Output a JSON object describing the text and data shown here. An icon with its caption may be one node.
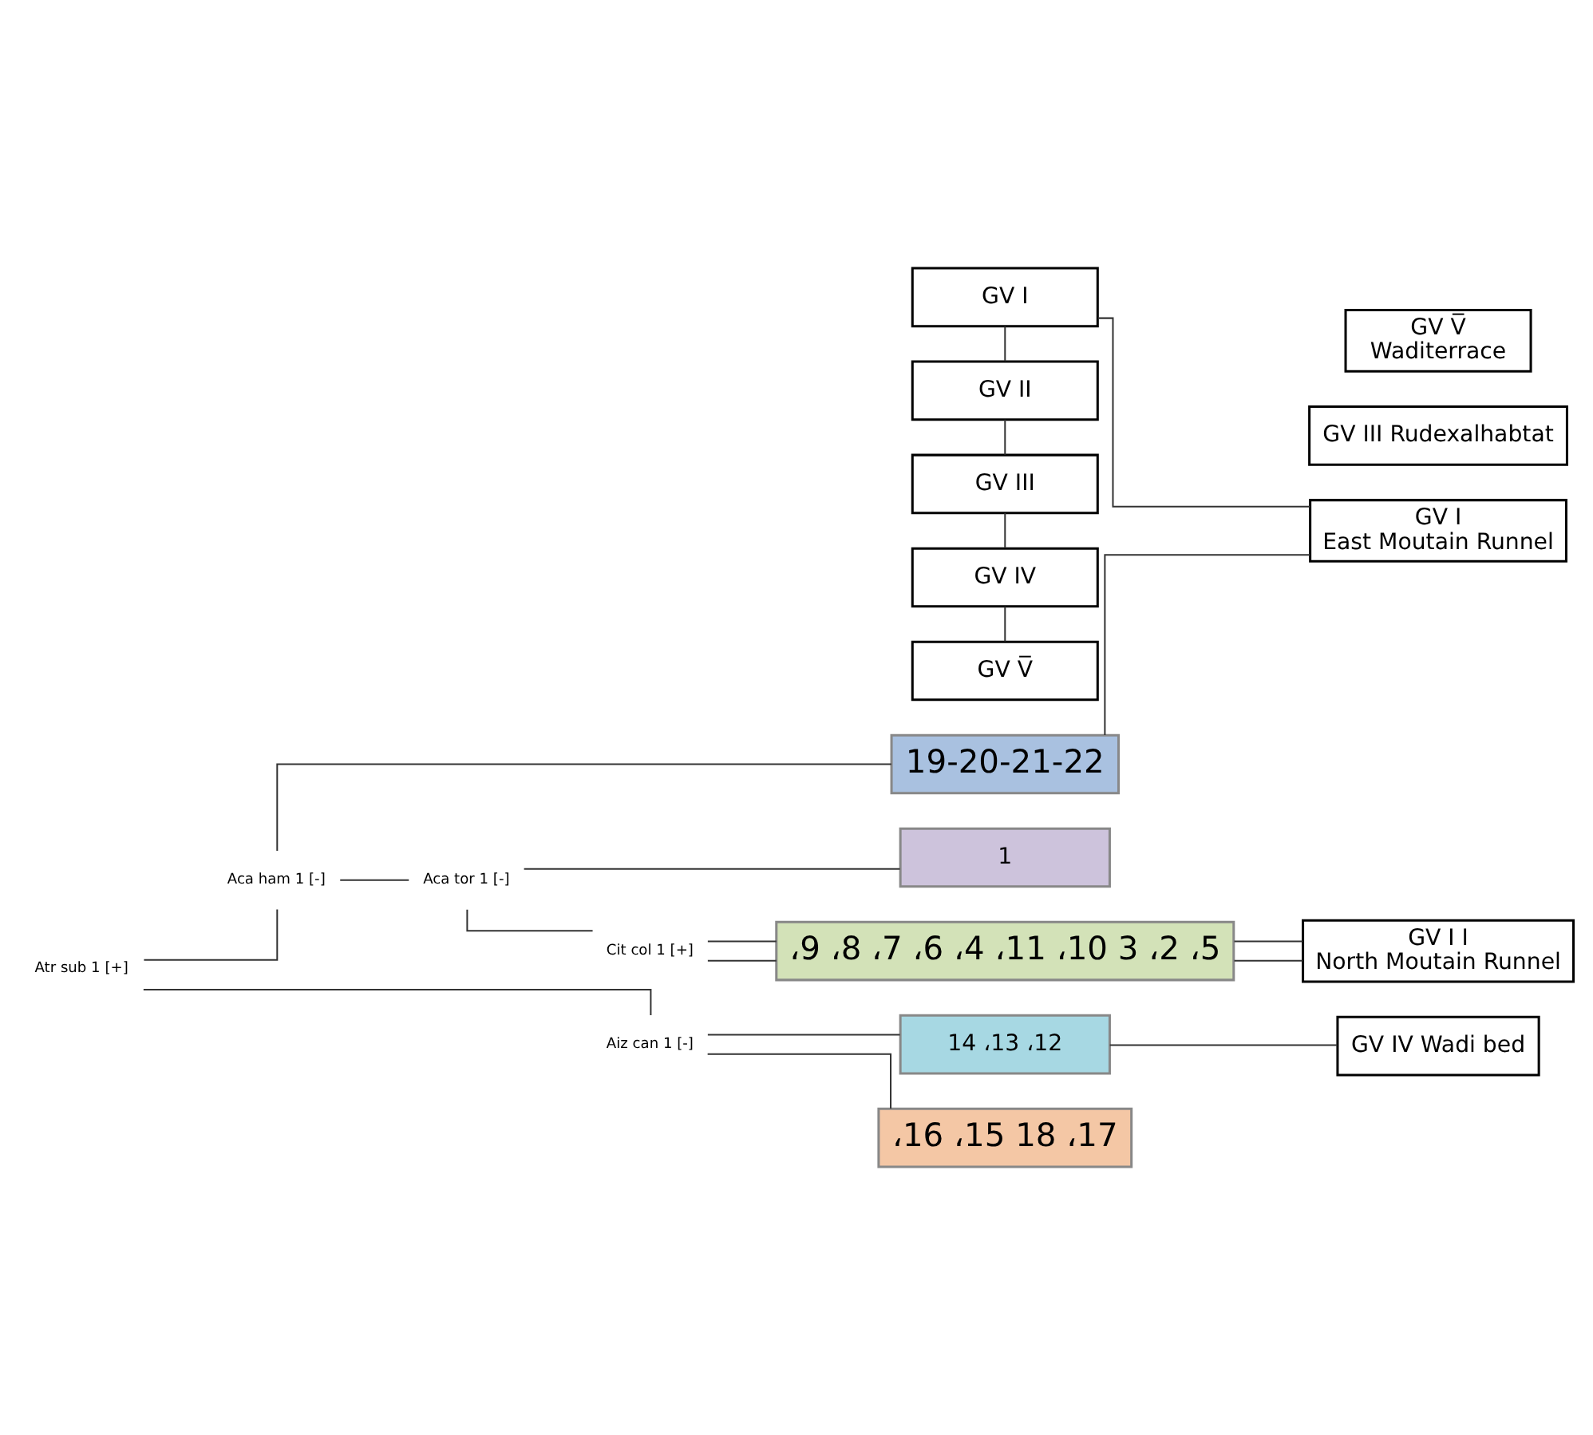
{
  "diagram": {
    "nodes": [
      {
        "text": [
          "GV I"
        ]
      },
      {
        "text": [
          "GV II"
        ]
      },
      {
        "text": [
          "GV III"
        ]
      },
      {
        "text": [
          "GV IV"
        ]
      },
      {
        "text": [
          "GV V̅"
        ]
      },
      {
        "text": [
          "Atr sub 1 [+]"
        ]
      },
      {
        "text": [
          "Aca ham 1 [-]"
        ]
      },
      {
        "text": [
          "Aca tor 1 [-]"
        ]
      },
      {
        "text": [
          "Cit col 1 [+]"
        ]
      },
      {
        "text": [
          "Aiz can 1 [-]"
        ]
      },
      {
        "text": [
          "19-20-21-22"
        ]
      },
      {
        "text": [
          "،9 ،8 ،7 ،6 ،4 ،11 ،10 3 ،2 ،5"
        ]
      },
      {
        "text": [
          "1"
        ]
      },
      {
        "text": [
          "14 ،13 ،12"
        ]
      },
      {
        "text": [
          "،16 ،15 18 ،17"
        ]
      },
      {
        "text": [
          "GV I",
          "East Moutain Runnel"
        ]
      },
      {
        "text": [
          "GV I I",
          "North Moutain Runnel"
        ]
      },
      {
        "text": [
          "GV III Rudexalhabtat"
        ]
      },
      {
        "text": [
          "GV IV Wadi bed"
        ]
      },
      {
        "text": [
          "GV V̅",
          "Waditerrace"
        ]
      }
    ],
    "edges": [
      {
        "from": 0,
        "to": 1,
        "arrow": "none"
      },
      {
        "from": 1,
        "to": 2,
        "arrow": "none"
      },
      {
        "from": 2,
        "to": 3,
        "arrow": "none"
      },
      {
        "from": 3,
        "to": 4,
        "arrow": "none"
      },
      {
        "from": 0,
        "to": 15,
        "arrow": "none"
      },
      {
        "from": 5,
        "to": 6,
        "arrow": "none"
      },
      {
        "from": 5,
        "to": 9,
        "arrow": "none"
      },
      {
        "from": 6,
        "to": 10,
        "arrow": "none"
      },
      {
        "from": 6,
        "to": 7,
        "arrow": "none"
      },
      {
        "from": 7,
        "to": 8,
        "arrow": "none"
      },
      {
        "from": 7,
        "to": 12,
        "arrow": "none"
      },
      {
        "from": 8,
        "to": 11,
        "arrow": "none"
      },
      {
        "from": 8,
        "to": 11,
        "arrow": "none"
      },
      {
        "from": 9,
        "to": 13,
        "arrow": "none"
      },
      {
        "from": 9,
        "to": 14,
        "arrow": "none"
      },
      {
        "from": 10,
        "to": 15,
        "arrow": "none"
      },
      {
        "from": 11,
        "to": 16,
        "arrow": "none"
      },
      {
        "from": 11,
        "to": 16,
        "arrow": "none"
      },
      {
        "from": 13,
        "to": 18,
        "arrow": "none"
      }
    ]
  }
}
